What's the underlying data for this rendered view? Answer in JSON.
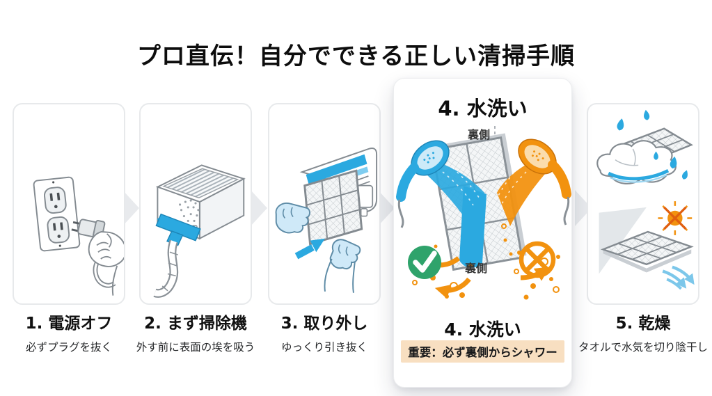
{
  "title": "プロ直伝！自分でできる正しい清掃手順",
  "steps": [
    {
      "id": 1,
      "label": "1. 電源オフ",
      "caption": "必ずプラグを抜く",
      "illustration": "unplug-power-cord"
    },
    {
      "id": 2,
      "label": "2. まず掃除機",
      "caption": "外す前に表面の埃を吸う",
      "illustration": "vacuum-ac-surface"
    },
    {
      "id": 3,
      "label": "3. 取り外し",
      "caption": "ゆっくり引き抜く",
      "illustration": "remove-filter-by-hand"
    },
    {
      "id": 4,
      "label": "4. 水洗い",
      "important_note": "重要：必ず裏側からシャワー",
      "back_side_label_top": "裏側",
      "back_side_label_bottom": "裏側",
      "illustration": "shower-filter-from-back-side",
      "featured": true
    },
    {
      "id": 5,
      "label": "5. 乾燥",
      "caption": "タオルで水気を切り陰干し",
      "illustration": "towel-dry-in-shade"
    }
  ],
  "icons": {
    "step_arrow": "chevron-right-icon",
    "approved": "check-circle-icon",
    "prohibited": "crossed-circle-icon",
    "no_direct_sunlight": "crossed-sun-icon",
    "water_drop": "water-drop-icon"
  },
  "colors": {
    "accent_blue": "#2BA9E0",
    "accent_orange": "#F2920F",
    "success_green": "#2FA36B",
    "highlight_peach": "#F8DFC1",
    "card_border": "#E7E9EB",
    "arrow_gray": "#E8EAED",
    "line_art_gray": "#848B91",
    "text_black": "#0D0D0D"
  }
}
